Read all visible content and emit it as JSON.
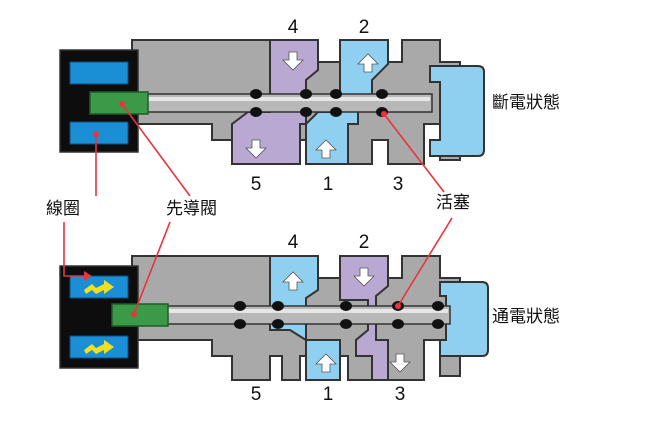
{
  "ports_top": {
    "p4": "4",
    "p2": "2",
    "p5": "5",
    "p1": "1",
    "p3": "3"
  },
  "ports_bottom": {
    "p4": "4",
    "p2": "2",
    "p5": "5",
    "p1": "1",
    "p3": "3"
  },
  "labels": {
    "coil": "線圈",
    "pilot_valve": "先導閥",
    "piston": "活塞",
    "state_off": "斷電狀態",
    "state_on": "通電狀態"
  },
  "colors": {
    "body_gray": "#a9a9a9",
    "outline": "#333333",
    "coil_black": "#0d0d0d",
    "coil_blue": "#1a8fd6",
    "pilot_green": "#3a9a48",
    "passage_blue": "#8fd0f0",
    "passage_purple": "#b8a8d2",
    "leader_red": "#e8343c",
    "coil_arrow": "#f0e020"
  }
}
